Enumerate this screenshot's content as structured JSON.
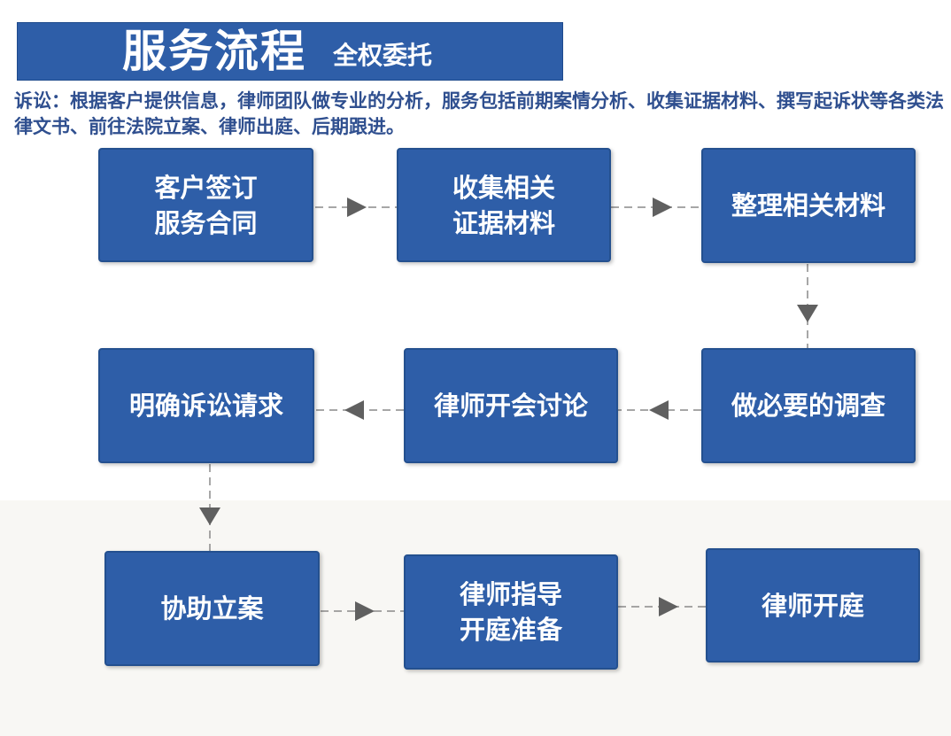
{
  "header": {
    "title": "服务流程",
    "subtitle": "全权委托"
  },
  "description": {
    "label": "诉讼：",
    "text": "根据客户提供信息，律师团队做专业的分析，服务包括前期案情分析、收集证据材料、撰写起诉状等各类法律文书、前往法院立案、律师出庭、后期跟进。"
  },
  "steps": [
    {
      "label": "客户签订\n服务合同"
    },
    {
      "label": "收集相关\n证据材料"
    },
    {
      "label": "整理相关材料"
    },
    {
      "label": "做必要的调查"
    },
    {
      "label": "律师开会讨论"
    },
    {
      "label": "明确诉讼请求"
    },
    {
      "label": "协助立案"
    },
    {
      "label": "律师指导\n开庭准备"
    },
    {
      "label": "律师开庭"
    }
  ],
  "colors": {
    "box": "#2e5ea8",
    "text_accent": "#2f4f8f",
    "arrow": "#555555"
  }
}
